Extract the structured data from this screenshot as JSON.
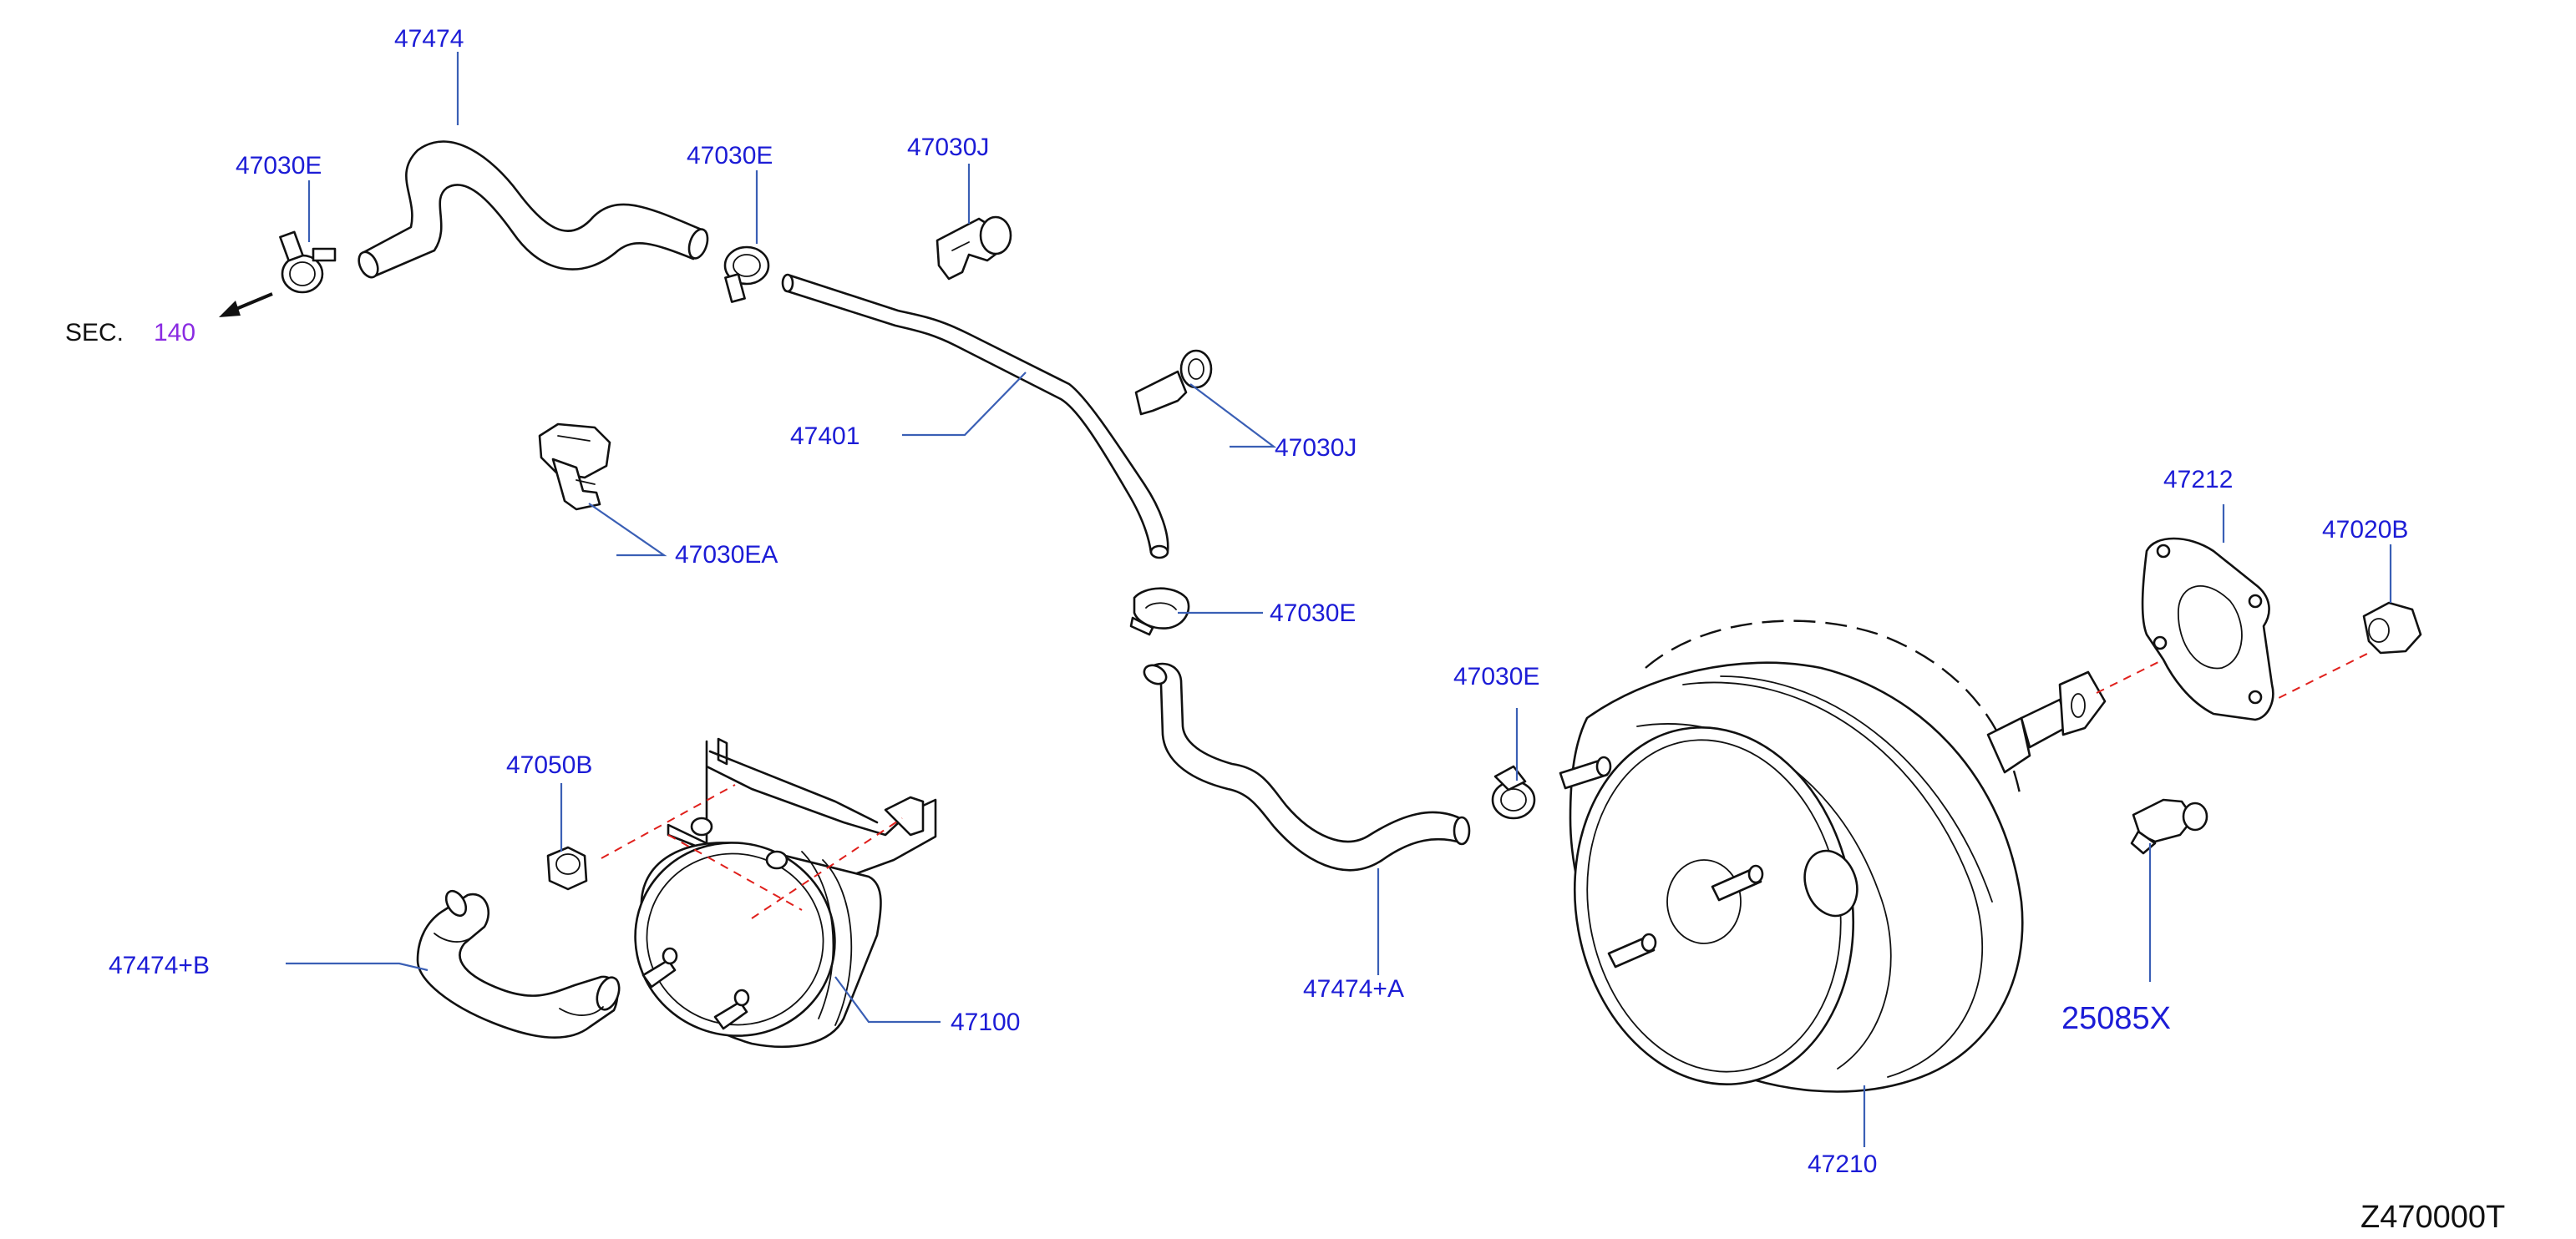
{
  "diagram": {
    "section_ref": {
      "prefix": "SEC.",
      "number": "140"
    },
    "diagram_code": "Z470000T",
    "accent_colors": {
      "part_label": "#1c1cd6",
      "section_number": "#8a2be2",
      "alignment_dash": "#e0201c",
      "leader_line": "#3a5fb5"
    },
    "labels": {
      "hose_top": "47474",
      "clamp_top_left": "47030E",
      "clamp_top_mid": "47030E",
      "clip_top_j": "47030J",
      "tube_main": "47401",
      "clip_mid_j": "47030J",
      "clip_ea": "47030EA",
      "clamp_mid": "47030E",
      "clamp_right": "47030E",
      "nut_47050b": "47050B",
      "hose_b": "47474+B",
      "tank": "47100",
      "hose_a": "47474+A",
      "booster": "47210",
      "gasket": "47212",
      "nut_47020b": "47020B",
      "switch": "25085X"
    }
  }
}
